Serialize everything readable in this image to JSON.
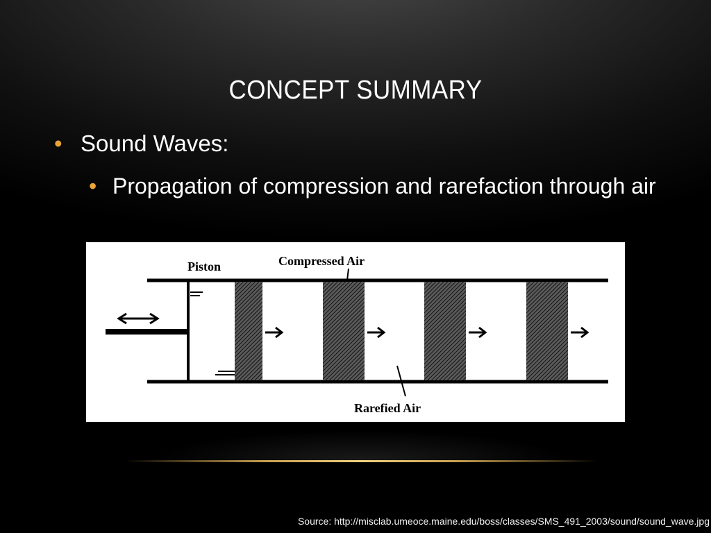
{
  "slide": {
    "title": "CONCEPT SUMMARY",
    "bullets": [
      {
        "level": 1,
        "text": "Sound Waves:"
      },
      {
        "level": 2,
        "text": "Propagation of compression and rarefaction through air"
      }
    ],
    "figure": {
      "labels": {
        "piston": "Piston",
        "compressed": "Compressed Air",
        "rarefied": "Rarefied Air"
      }
    },
    "source": "Source: http://misclab.umeoce.maine.edu/boss/classes/SMS_491_2003/sound/sound_wave.jpg"
  },
  "colors": {
    "bullet": "#e8a33a",
    "text": "#ffffff",
    "accent_line": "#f0d080"
  }
}
